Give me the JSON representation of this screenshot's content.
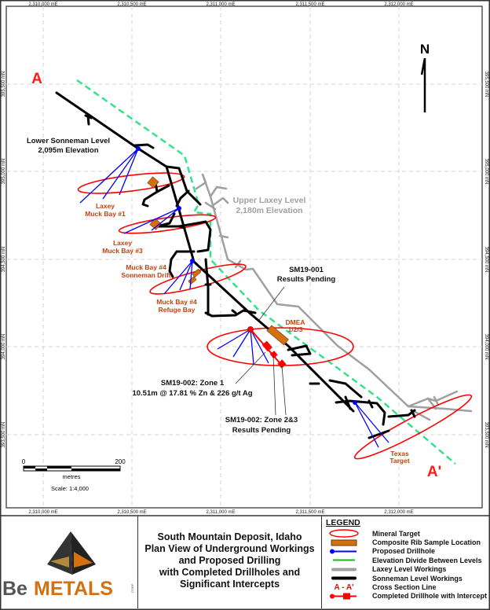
{
  "map": {
    "easting_labels": [
      "2,310,000 mE",
      "2,310,500 mE",
      "2,311,000 mE",
      "2,311,500 mE",
      "2,312,000 mE"
    ],
    "northing_labels": [
      "395,500 mN",
      "395,000 mN",
      "394,500 mN",
      "394,000 mN",
      "393,500 mN"
    ],
    "north_arrow": "N",
    "section_start": "A",
    "section_end": "A'",
    "lower_level": [
      "Lower Sonneman Level",
      "2,095m Elevation"
    ],
    "upper_level": [
      "Upper Laxey Level",
      "2,180m Elevation"
    ],
    "targets": {
      "laxey1": [
        "Laxey",
        "Muck Bay #1"
      ],
      "laxey3": [
        "Laxey",
        "Muck Bay #3"
      ],
      "mb4_drift": [
        "Muck Bay #4",
        "Sonneman Drift"
      ],
      "mb4_refuge": [
        "Muck Bay #4",
        "Refuge Bay"
      ],
      "dmea": [
        "DMEA",
        "1/2/3"
      ],
      "texas": [
        "Texas",
        "Target"
      ]
    },
    "annotations": {
      "sm19_001": [
        "SM19-001",
        "Results Pending"
      ],
      "sm19_002_z1": [
        "SM19-002: Zone 1",
        "10.51m @ 17.81 % Zn & 226 g/t Ag"
      ],
      "sm19_002_z23": [
        "SM19-002: Zone 2&3",
        "Results Pending"
      ]
    },
    "scale_bar": {
      "start": "0",
      "end": "200",
      "unit": "metres",
      "scale": "Scale: 1:4,000"
    }
  },
  "logo": {
    "text_be": "Be",
    "text_metals": "METALS",
    "suffix": "CORP"
  },
  "title": [
    "South Mountain Deposit, Idaho",
    "Plan View of Underground Workings",
    "and Proposed Drilling",
    "with Completed Drillholes and",
    "Significant Intercepts"
  ],
  "legend": {
    "heading": "LEGEND",
    "items": [
      "Mineral Target",
      "Composite Rib Sample Location",
      "Proposed Drillhole",
      "Elevation Divide Between Levels",
      "Laxey Level Workings",
      "Sonneman Level Workings",
      "Cross Section Line",
      "Completed Drillhole with Intercept"
    ],
    "cross_section_symbol": "A - A'"
  },
  "colors": {
    "target": "#ff0000",
    "rib": "#d4700f",
    "drill": "#0000ff",
    "divide": "#33e28a",
    "laxey": "#a0a0a0",
    "sonneman": "#000000",
    "label": "#c0440f"
  }
}
